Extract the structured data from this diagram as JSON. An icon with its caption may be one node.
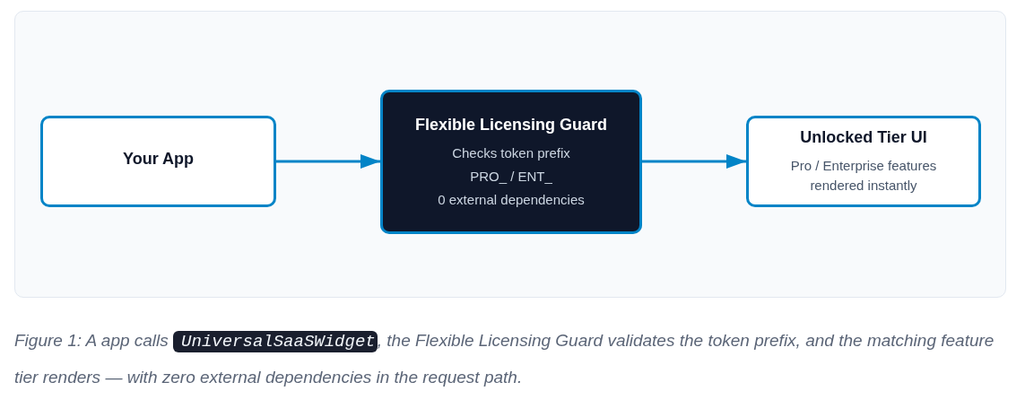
{
  "diagram": {
    "nodes": [
      {
        "text": [
          "Your App"
        ]
      },
      {
        "text": [
          "Flexible Licensing Guard",
          "Checks token prefix",
          "PRO_ / ENT_",
          "0 external dependencies"
        ]
      },
      {
        "text": [
          "Unlocked Tier UI",
          "Pro / Enterprise features rendered instantly"
        ]
      }
    ],
    "edges": [
      {
        "from": 0,
        "to": 1,
        "arrow": "to"
      },
      {
        "from": 1,
        "to": 2,
        "arrow": "to"
      }
    ],
    "caption": "Figure 1: A app calls UniversalSaaSWidget, the Flexible Licensing Guard validates the token prefix, and the matching feature tier renders — with zero external dependencies in the request path."
  }
}
